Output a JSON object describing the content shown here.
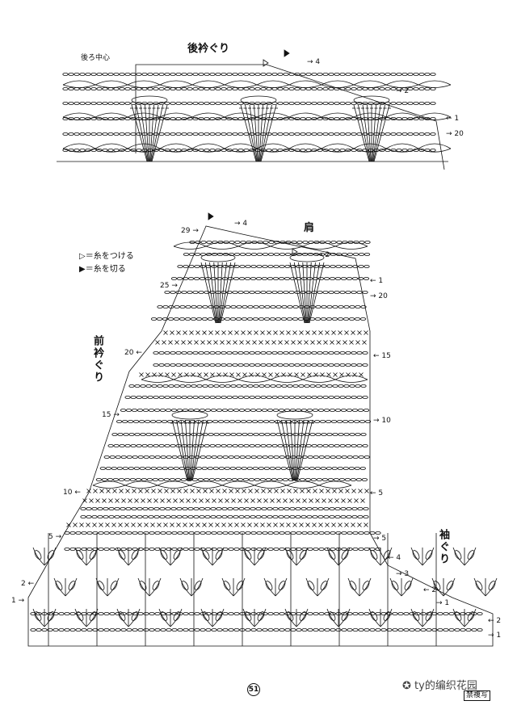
{
  "top_chart": {
    "title": "後衿ぐり",
    "center_label": "後ろ中心",
    "row_labels": [
      "4",
      "2",
      "1",
      "20"
    ]
  },
  "bottom_chart": {
    "shoulder_label": "肩",
    "front_neck_label": "前衿ぐり",
    "armhole_label": "袖ぐり",
    "left_row_labels": [
      "29",
      "25",
      "20",
      "15",
      "10",
      "5",
      "2",
      "1"
    ],
    "right_row_labels": [
      "4",
      "2",
      "1",
      "20",
      "15",
      "10",
      "5",
      "5",
      "4",
      "3",
      "2",
      "1",
      "2",
      "1"
    ]
  },
  "legend": {
    "attach_yarn": "＝糸をつける",
    "cut_yarn": "＝糸を切る"
  },
  "footer": {
    "page_number": "51",
    "badge": "禁複写",
    "watermark": "ty的编织花园"
  }
}
